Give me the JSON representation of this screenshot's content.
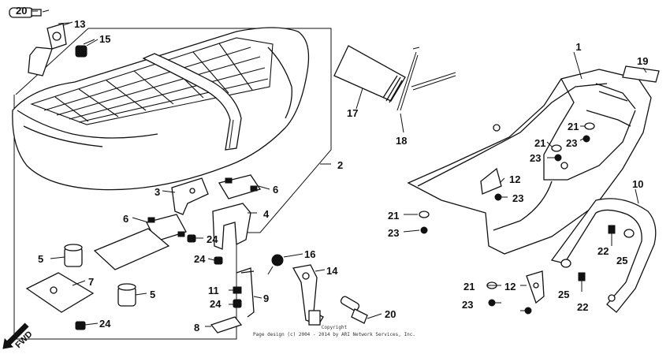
{
  "fwd_label": "FWD",
  "copyright": {
    "line1": "Copyright",
    "line2": "Page design (c) 2004 - 2014 by ARI Network Services, Inc."
  },
  "callouts": {
    "c1": "1",
    "c2": "2",
    "c3": "3",
    "c4": "4",
    "c5a": "5",
    "c5b": "5",
    "c6a": "6",
    "c6b": "6",
    "c7": "7",
    "c8": "8",
    "c9": "9",
    "c10": "10",
    "c11": "11",
    "c12a": "12",
    "c12b": "12",
    "c13": "13",
    "c14": "14",
    "c15": "15",
    "c16": "16",
    "c17": "17",
    "c18": "18",
    "c19": "19",
    "c20a": "20",
    "c20b": "20",
    "c21a": "21",
    "c21b": "21",
    "c21c": "21",
    "c21d": "21",
    "c22a": "22",
    "c22b": "22",
    "c23a": "23",
    "c23b": "23",
    "c23c": "23",
    "c23d": "23",
    "c23e": "23",
    "c24a": "24",
    "c24b": "24",
    "c24c": "24",
    "c24d": "24",
    "c25a": "25",
    "c25b": "25"
  }
}
